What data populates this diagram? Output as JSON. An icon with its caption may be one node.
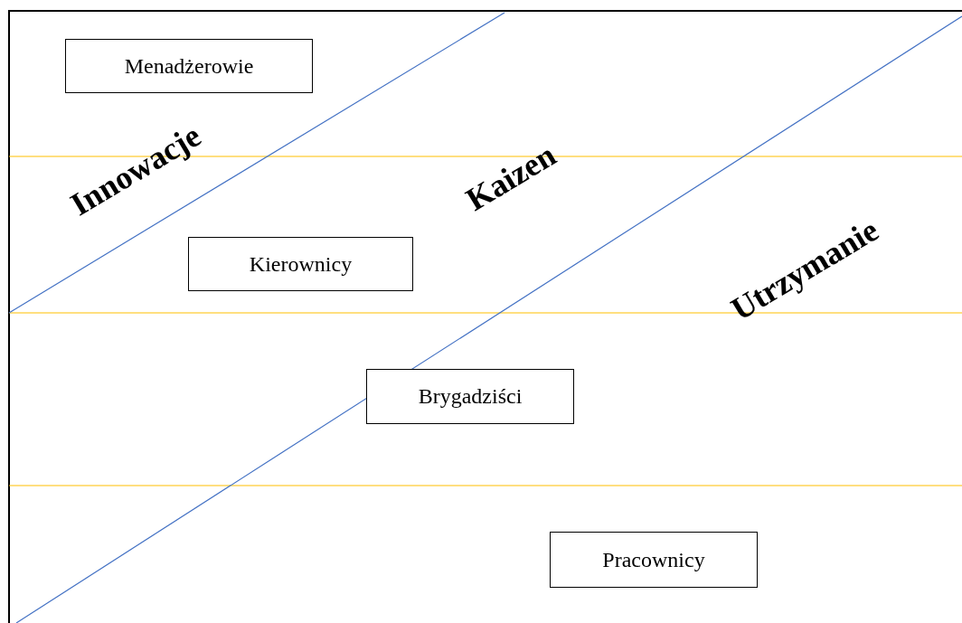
{
  "diagram": {
    "nodes": [
      {
        "text": [
          "Menadżerowie"
        ]
      },
      {
        "text": [
          "Kierownicy"
        ]
      },
      {
        "text": [
          "Brygadziści"
        ]
      },
      {
        "text": [
          "Pracownicy"
        ]
      }
    ],
    "labels": [
      "Innowacje",
      "Kaizen",
      "Utrzymanie"
    ]
  }
}
